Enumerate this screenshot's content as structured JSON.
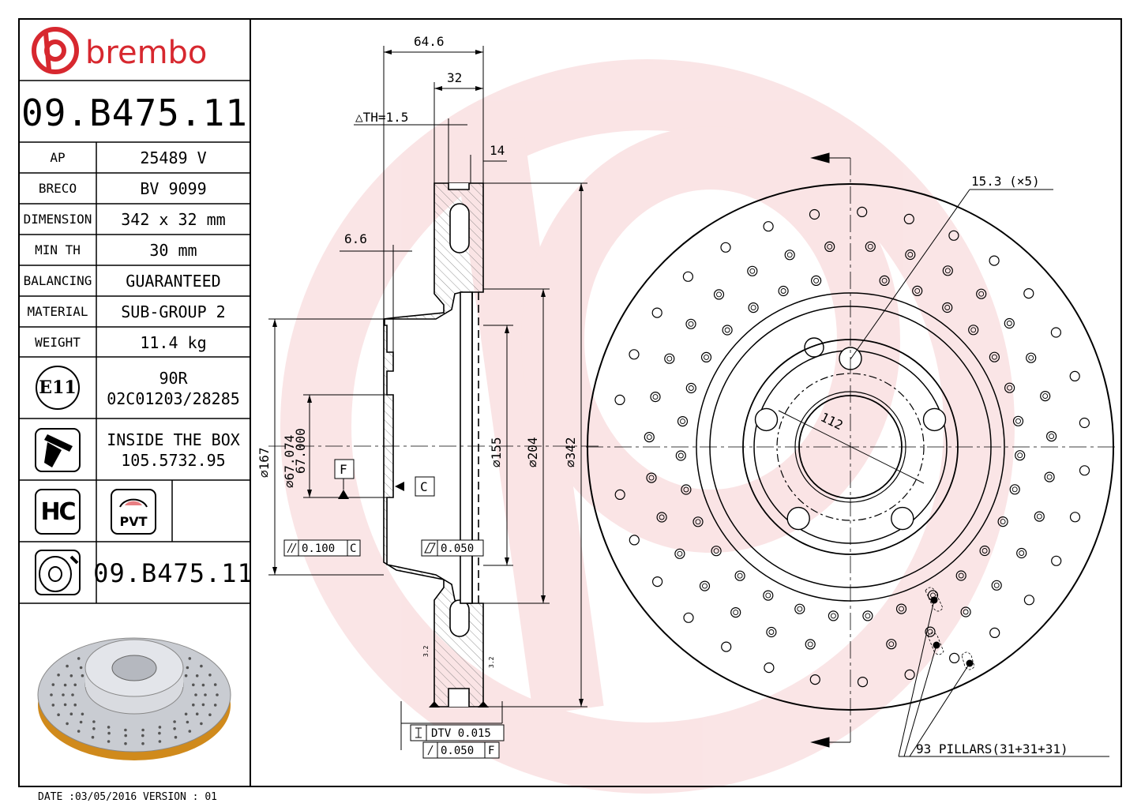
{
  "brand": {
    "name": "brembo",
    "color": "#d7282f"
  },
  "part_number": "09.B475.11",
  "specs": [
    {
      "label": "AP",
      "value": "25489 V"
    },
    {
      "label": "BRECO",
      "value": "BV 9099"
    },
    {
      "label": "DIMENSION",
      "value": "342 x 32 mm"
    },
    {
      "label": "MIN TH",
      "value": "30 mm"
    },
    {
      "label": "BALANCING",
      "value": "GUARANTEED"
    },
    {
      "label": "MATERIAL",
      "value": "SUB-GROUP 2"
    },
    {
      "label": "WEIGHT",
      "value": "11.4 kg"
    }
  ],
  "homologation": {
    "badge": "E11",
    "line1": "90R",
    "line2": "02C01203/28285"
  },
  "screws": {
    "line1": "INSIDE THE BOX",
    "line2": "105.5732.95"
  },
  "badges": {
    "hc": "HC",
    "pvt": "PVT"
  },
  "bottom_part_number": "09.B475.11",
  "footer": "DATE :03/05/2016 VERSION : 01",
  "section_dims": {
    "overall_height": "64.6",
    "thickness": "32",
    "delta_th": "△TH=1.5",
    "plate": "14",
    "hat": "6.6",
    "d167": "⌀167",
    "d67": "⌀67.074",
    "d67b": "67.000",
    "d155": "⌀155",
    "d204": "⌀204",
    "d342": "⌀342",
    "datum_f": "F",
    "datum_c": "C",
    "par_tol": "0.100",
    "par_ref": "C",
    "flat_tol": "0.050",
    "dtv": "DTV 0.015",
    "runout": "0.050",
    "runout_ref": "F",
    "rough1": "3.2",
    "rough2": "3.2"
  },
  "front_dims": {
    "bolt_hole": "15.3 (×5)",
    "pcd": "112",
    "pillars": "93 PILLARS(31+31+31)"
  }
}
